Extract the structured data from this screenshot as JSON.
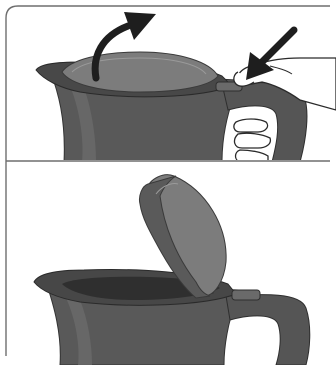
{
  "figure": {
    "panels": [
      {
        "id": "top",
        "depicts": "kettle-lid-closed",
        "markers": [
          "up-arrow-icon",
          "down-arrow-icon"
        ],
        "has_hand": true
      },
      {
        "id": "bottom",
        "depicts": "kettle-lid-open",
        "markers": [],
        "has_hand": false
      }
    ],
    "colors": {
      "background": "#ffffff",
      "frame": "#6e6e6e",
      "kettle_body": "#595959",
      "kettle_dark": "#3b3b3b",
      "kettle_light": "#7a7a7a",
      "lid": "#7c7c7c",
      "arrow": "#1e1e1e",
      "hand_fill": "#ffffff",
      "hand_line": "#2a2a2a"
    }
  }
}
